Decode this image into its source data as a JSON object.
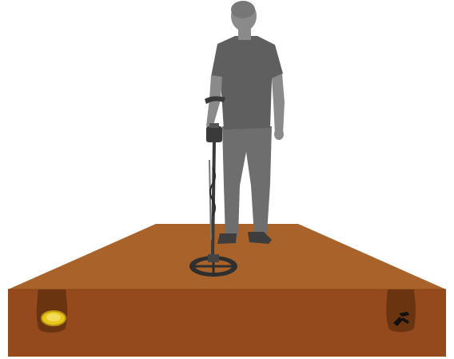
{
  "scene": {
    "background": "#ffffff",
    "ground_top_color": "#a8622a",
    "ground_front_color": "#944a1c",
    "hole_color": "#6b3410",
    "figure_color": "#7a7a7a",
    "figure_dark_color": "#555555",
    "detector_color": "#444444",
    "coin_color": "#e8c71c"
  },
  "objects": [
    {
      "name": "person-with-metal-detector",
      "description_visible": false
    },
    {
      "name": "buried-coin"
    },
    {
      "name": "buried-metal-scrap"
    }
  ]
}
